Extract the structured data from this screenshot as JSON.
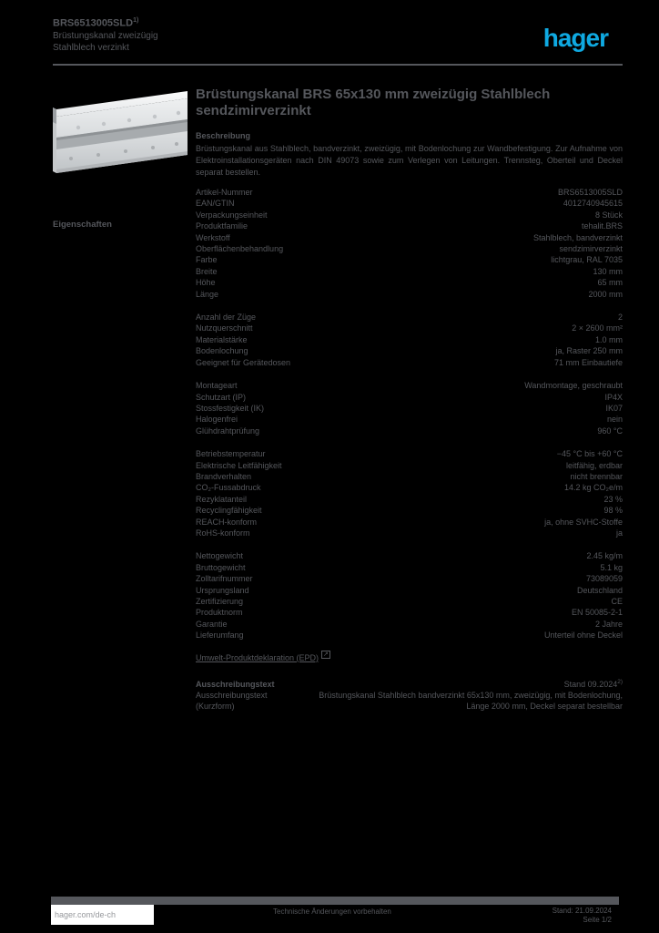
{
  "colors": {
    "background": "#000000",
    "text_gray": "#55575c",
    "logo_blue": "#0FA9E1",
    "footer_link_gray": "#96989c"
  },
  "header": {
    "article_number": "BRS6513005SLD",
    "footnote_marker": "1)",
    "subtitle_line1": "Brüstungskanal zweizügig",
    "subtitle_line2": "Stahlblech verzinkt",
    "logo_text": "hager"
  },
  "sidebar": {
    "section_label": "Eigenschaften"
  },
  "product": {
    "image_alt": "steel-trunking-photo",
    "title": "Brüstungskanal BRS 65x130 mm zweizügig Stahlblech sendzimirverzinkt",
    "description_label": "Beschreibung",
    "description": "Brüstungskanal aus Stahlblech, bandverzinkt, zweizügig, mit Bodenlochung zur Wandbefestigung. Zur Aufnahme von Elektroinstallationsgeräten nach DIN 49073 sowie zum Verlegen von Leitungen. Trennsteg, Oberteil und Deckel separat bestellen."
  },
  "specs": {
    "sections": [
      {
        "rows": [
          {
            "label": "Artikel-Nummer",
            "value": "BRS6513005SLD"
          },
          {
            "label": "EAN/GTIN",
            "value": "4012740945615"
          },
          {
            "label": "Verpackungseinheit",
            "value": "8 Stück"
          },
          {
            "label": "Produktfamilie",
            "value": "tehalit.BRS"
          },
          {
            "label": "Werkstoff",
            "value": "Stahlblech, bandverzinkt"
          },
          {
            "label": "Oberflächenbehandlung",
            "value": "sendzimirverzinkt"
          },
          {
            "label": "Farbe",
            "value": "lichtgrau, RAL 7035"
          },
          {
            "label": "Breite",
            "value": "130 mm"
          },
          {
            "label": "Höhe",
            "value": "65 mm"
          },
          {
            "label": "Länge",
            "value": "2000 mm"
          }
        ]
      },
      {
        "rows": [
          {
            "label": "Anzahl der Züge",
            "value": "2"
          },
          {
            "label": "Nutzquerschnitt",
            "value": "2 × 2600 mm²"
          },
          {
            "label": "Materialstärke",
            "value": "1.0 mm"
          },
          {
            "label": "Bodenlochung",
            "value": "ja, Raster 250 mm"
          },
          {
            "label": "Geeignet für Gerätedosen",
            "value": "71 mm Einbautiefe"
          }
        ]
      },
      {
        "rows": [
          {
            "label": "Montageart",
            "value": "Wandmontage, geschraubt"
          },
          {
            "label": "Schutzart (IP)",
            "value": "IP4X"
          },
          {
            "label": "Stossfestigkeit (IK)",
            "value": "IK07"
          },
          {
            "label": "Halogenfrei",
            "value": "nein"
          },
          {
            "label": "Glühdrahtprüfung",
            "value": "960 °C"
          }
        ]
      },
      {
        "rows": [
          {
            "label": "Betriebstemperatur",
            "value": "−45 °C bis +60 °C"
          },
          {
            "label": "Elektrische Leitfähigkeit",
            "value": "leitfähig, erdbar"
          },
          {
            "label": "Brandverhalten",
            "value": "nicht brennbar"
          },
          {
            "label": "CO₂-Fussabdruck",
            "value": "14.2 kg CO₂e/m"
          },
          {
            "label": "Rezyklatanteil",
            "value": "23 %"
          },
          {
            "label": "Recyclingfähigkeit",
            "value": "98 %"
          },
          {
            "label": "REACH-konform",
            "value": "ja, ohne SVHC-Stoffe"
          },
          {
            "label": "RoHS-konform",
            "value": "ja"
          }
        ]
      },
      {
        "rows": [
          {
            "label": "Nettogewicht",
            "value": "2.45 kg/m"
          },
          {
            "label": "Bruttogewicht",
            "value": "5.1 kg"
          },
          {
            "label": "Zolltarifnummer",
            "value": "73089059"
          },
          {
            "label": "Ursprungsland",
            "value": "Deutschland"
          },
          {
            "label": "Zertifizierung",
            "value": "CE"
          },
          {
            "label": "Produktnorm",
            "value": "EN 50085-2-1"
          },
          {
            "label": "Garantie",
            "value": "2 Jahre"
          },
          {
            "label": "Lieferumfang",
            "value": "Unterteil ohne Deckel"
          }
        ]
      }
    ],
    "final_section": {
      "title": "Ausschreibungstext",
      "title_value": "Stand 09.2024",
      "title_footnote": "2)",
      "label": "Ausschreibungstext (Kurzform)",
      "value": "Brüstungskanal Stahlblech bandverzinkt 65x130 mm, zweizügig, mit Bodenlochung, Länge 2000 mm, Deckel separat bestellbar"
    }
  },
  "epd_link": {
    "label": "Umwelt-Produktdeklaration (EPD)",
    "icon": "↗"
  },
  "footer": {
    "website": "hager.com/de-ch",
    "note": "Technische Änderungen vorbehalten",
    "date": "Stand: 21.09.2024",
    "page": "Seite 1/2"
  }
}
